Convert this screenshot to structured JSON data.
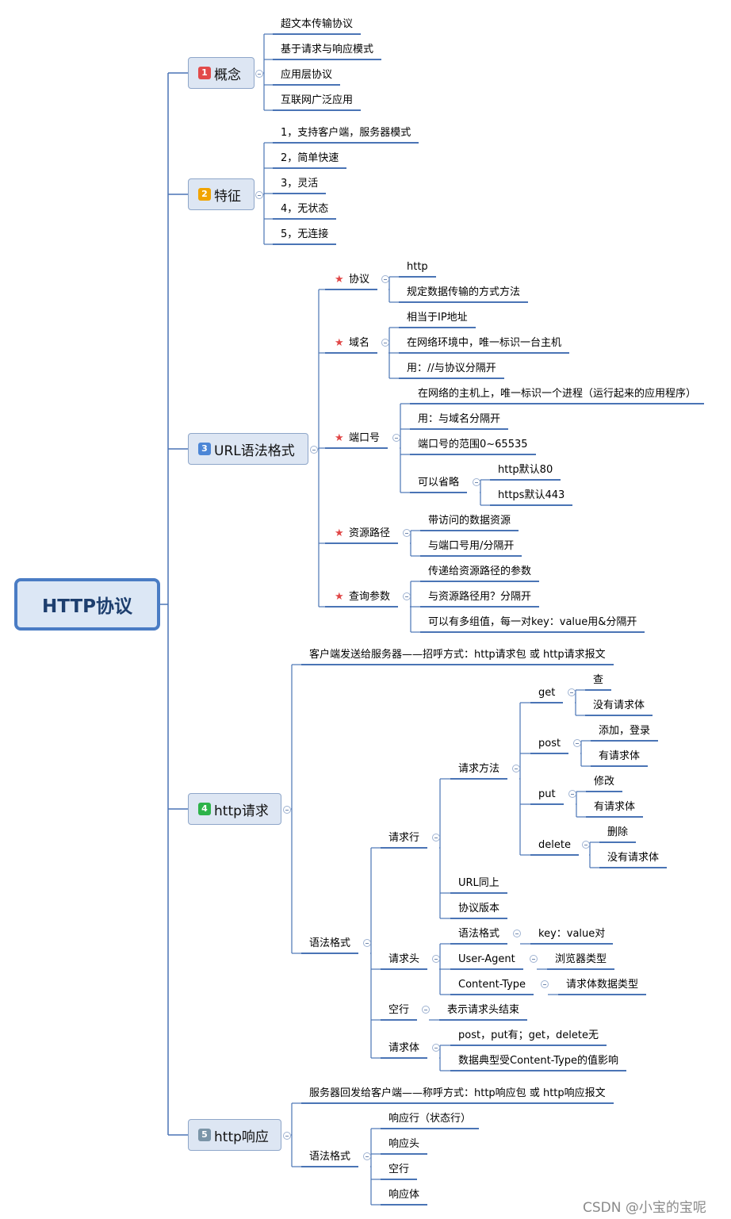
{
  "central": "HTTP协议",
  "topic1": {
    "num": "1",
    "label": "概念",
    "color": "#e24a4a"
  },
  "topic2": {
    "num": "2",
    "label": "特征",
    "color": "#f1a400"
  },
  "topic3": {
    "num": "3",
    "label": "URL语法格式",
    "color": "#4c86d6"
  },
  "topic4": {
    "num": "4",
    "label": "http请求",
    "color": "#2db34a"
  },
  "topic5": {
    "num": "5",
    "label": "http响应",
    "color": "#7b95a8"
  },
  "concept": [
    "超文本传输协议",
    "基于请求与响应模式",
    "应用层协议",
    "互联网广泛应用"
  ],
  "features": [
    "1，支持客户端，服务器模式",
    "2，简单快速",
    "3，灵活",
    "4，无状态",
    "5，无连接"
  ],
  "url": {
    "protocol": {
      "label": "协议",
      "items": [
        "http",
        "规定数据传输的方式方法"
      ]
    },
    "domain": {
      "label": "域名",
      "items": [
        "相当于IP地址",
        "在网络环境中，唯一标识一台主机",
        "用：//与协议分隔开"
      ]
    },
    "port": {
      "label": "端口号",
      "items": [
        "在网络的主机上，唯一标识一个进程（运行起来的应用程序）",
        "用：与域名分隔开",
        "端口号的范围0~65535"
      ],
      "omit": {
        "label": "可以省略",
        "items": [
          "http默认80",
          "https默认443"
        ]
      }
    },
    "path": {
      "label": "资源路径",
      "items": [
        "带访问的数据资源",
        "与端口号用/分隔开"
      ]
    },
    "query": {
      "label": "查询参数",
      "items": [
        "传递给资源路径的参数",
        "与资源路径用？分隔开",
        "可以有多组值，每一对key：value用&分隔开"
      ]
    }
  },
  "request": {
    "intro": "客户端发送给服务器——招呼方式：http请求包 或 http请求报文",
    "syntax": "语法格式",
    "line": {
      "label": "请求行",
      "method": {
        "label": "请求方法",
        "get": {
          "label": "get",
          "items": [
            "查",
            "没有请求体"
          ]
        },
        "post": {
          "label": "post",
          "items": [
            "添加，登录",
            "有请求体"
          ]
        },
        "put": {
          "label": "put",
          "items": [
            "修改",
            "有请求体"
          ]
        },
        "delete": {
          "label": "delete",
          "items": [
            "删除",
            "没有请求体"
          ]
        }
      },
      "url": "URL同上",
      "version": "协议版本"
    },
    "header": {
      "label": "请求头",
      "syntax": {
        "label": "语法格式",
        "value": "key：value对"
      },
      "ua": {
        "label": "User-Agent",
        "value": "浏览器类型"
      },
      "ct": {
        "label": "Content-Type",
        "value": "请求体数据类型"
      }
    },
    "blank": {
      "label": "空行",
      "value": "表示请求头结束"
    },
    "body": {
      "label": "请求体",
      "items": [
        "post，put有；get，delete无",
        "数据典型受Content-Type的值影响"
      ]
    }
  },
  "response": {
    "intro": "服务器回发给客户端——称呼方式：http响应包 或 http响应报文",
    "syntax": "语法格式",
    "items": [
      "响应行（状态行）",
      "响应头",
      "空行",
      "响应体"
    ]
  },
  "watermark": "CSDN @小宝的宝呢",
  "colors": {
    "line": "#4a74b5",
    "topic_bg": "#dde6f3",
    "central_border": "#4a7cc4",
    "star": "#e04646"
  }
}
